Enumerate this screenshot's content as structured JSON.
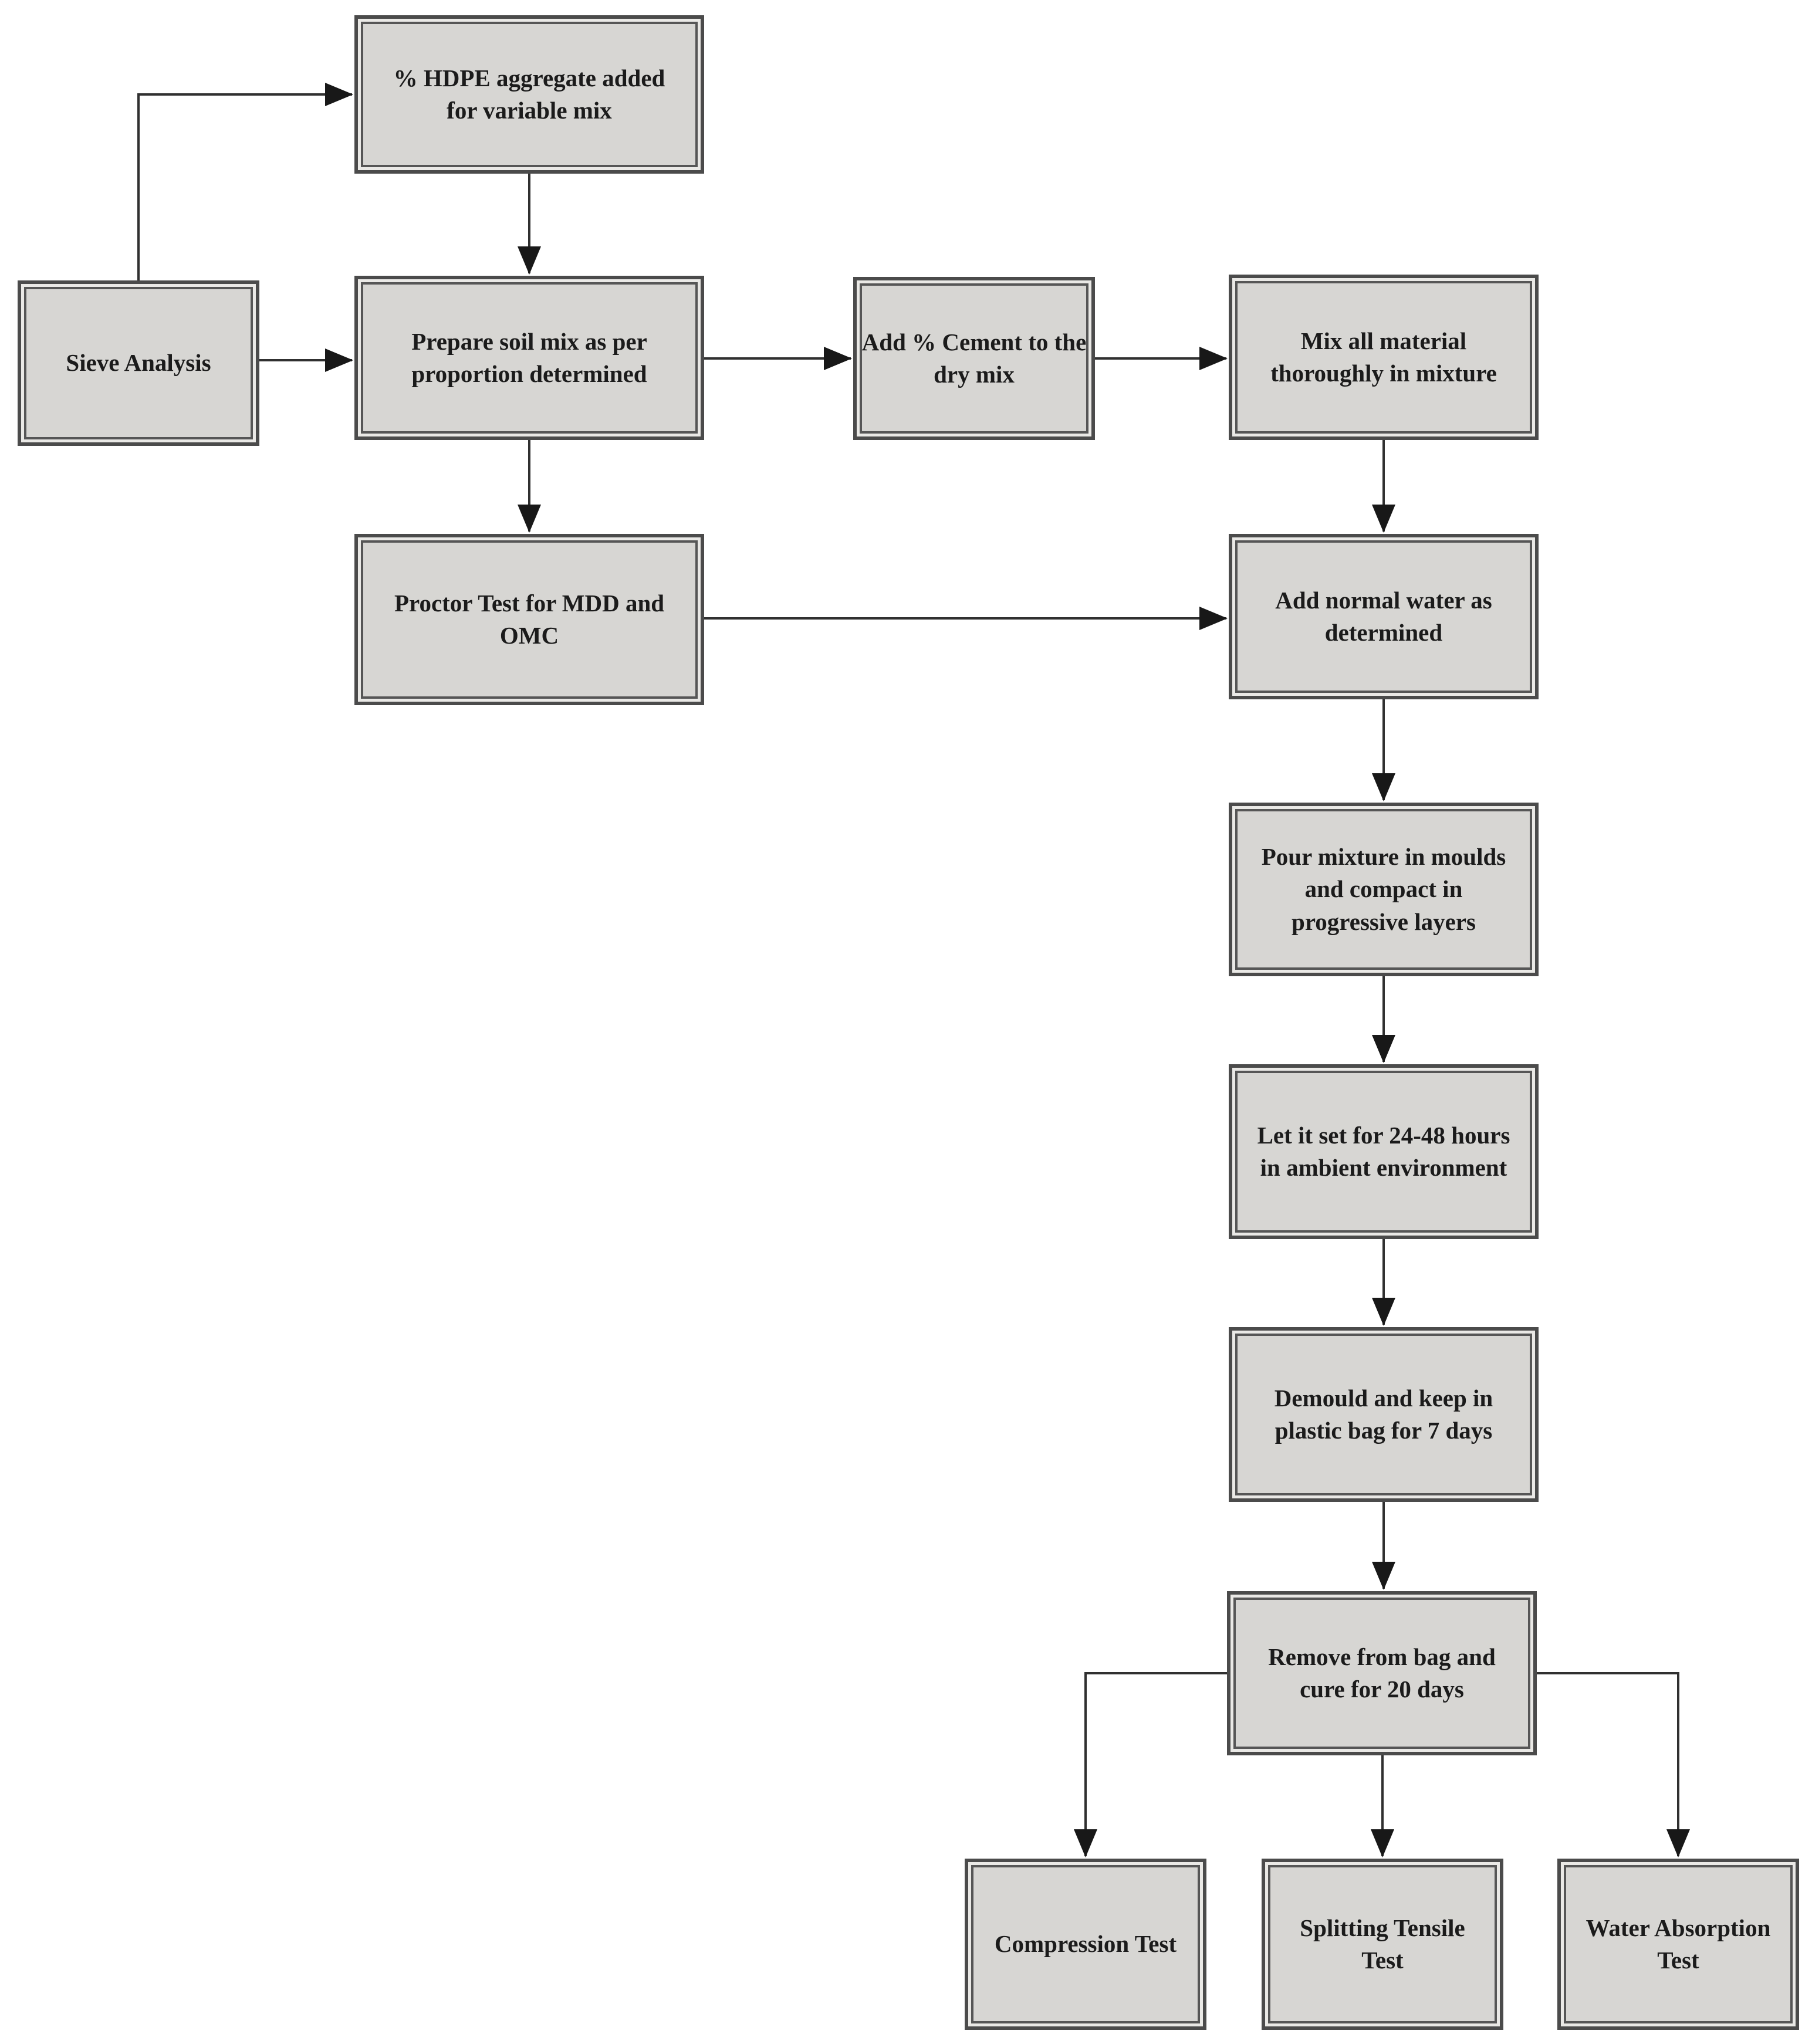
{
  "figure": {
    "type": "flowchart",
    "description": "Specimen preparation and testing process flowchart"
  },
  "colors": {
    "background": "#ffffff",
    "node_fill": "#d7d6d3",
    "node_border_dark": "#4b4b4b",
    "node_border_gap": "#eae9e6",
    "arrow": "#303030",
    "text": "#1b1b1b"
  },
  "nodes": [
    {
      "id": "hdpe",
      "label": "% HDPE aggregate added\nfor variable mix"
    },
    {
      "id": "sieve",
      "label": "Sieve Analysis"
    },
    {
      "id": "prepare",
      "label": "Prepare soil mix as per\nproportion determined"
    },
    {
      "id": "cement",
      "label": "Add % Cement to the\ndry mix"
    },
    {
      "id": "mixall",
      "label": "Mix all material\nthoroughly in mixture"
    },
    {
      "id": "proctor",
      "label": "Proctor Test for MDD and\nOMC"
    },
    {
      "id": "water",
      "label": "Add normal water as\ndetermined"
    },
    {
      "id": "pour",
      "label": "Pour mixture in moulds\nand compact in\nprogressive layers"
    },
    {
      "id": "set",
      "label": "Let it set for 24-48 hours\nin ambient environment"
    },
    {
      "id": "demould",
      "label": "Demould and keep in\nplastic bag for 7 days"
    },
    {
      "id": "remove",
      "label": "Remove from bag and\ncure for 20 days"
    },
    {
      "id": "compression",
      "label": "Compression Test"
    },
    {
      "id": "splitting",
      "label": "Splitting Tensile\nTest"
    },
    {
      "id": "absorption",
      "label": "Water Absorption\nTest"
    }
  ],
  "edges": [
    {
      "from": "sieve",
      "to": "hdpe"
    },
    {
      "from": "hdpe",
      "to": "prepare"
    },
    {
      "from": "sieve",
      "to": "prepare"
    },
    {
      "from": "prepare",
      "to": "cement"
    },
    {
      "from": "cement",
      "to": "mixall"
    },
    {
      "from": "prepare",
      "to": "proctor"
    },
    {
      "from": "mixall",
      "to": "water"
    },
    {
      "from": "proctor",
      "to": "water"
    },
    {
      "from": "water",
      "to": "pour"
    },
    {
      "from": "pour",
      "to": "set"
    },
    {
      "from": "set",
      "to": "demould"
    },
    {
      "from": "demould",
      "to": "remove"
    },
    {
      "from": "remove",
      "to": "compression"
    },
    {
      "from": "remove",
      "to": "splitting"
    },
    {
      "from": "remove",
      "to": "absorption"
    }
  ]
}
